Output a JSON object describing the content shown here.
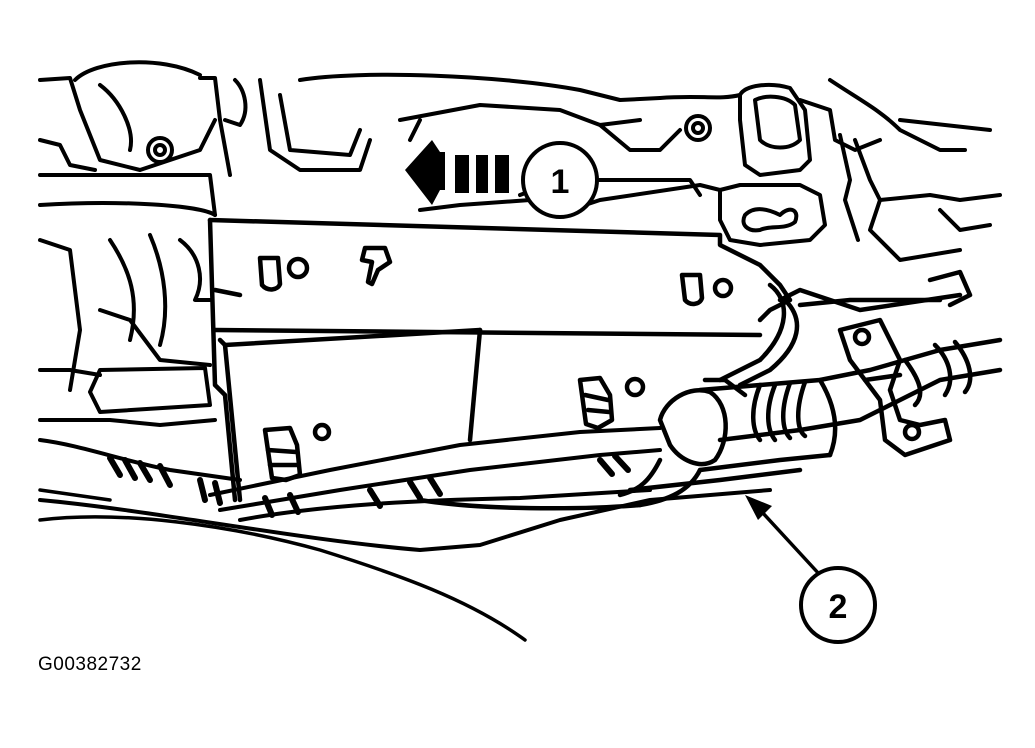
{
  "figure": {
    "id_label": "G00382732",
    "callouts": [
      {
        "number": "1"
      },
      {
        "number": "2"
      }
    ]
  },
  "colors": {
    "ink": "#000000",
    "paper": "#ffffff"
  }
}
